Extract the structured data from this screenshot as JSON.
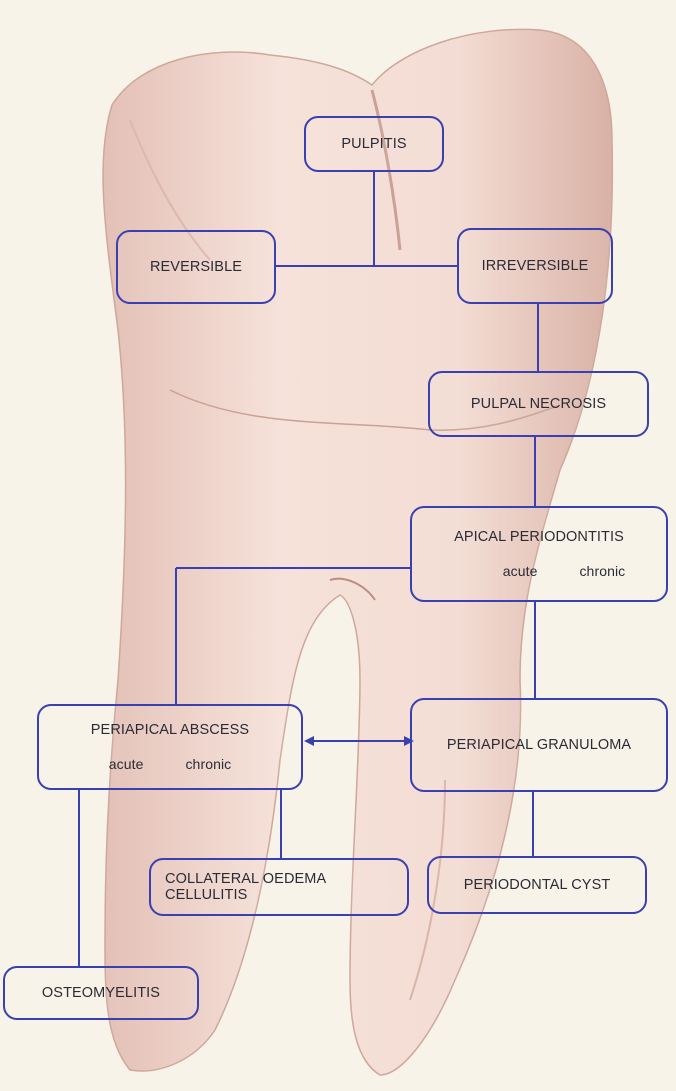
{
  "diagram": {
    "nodes": {
      "pulpitis": "PULPITIS",
      "reversible": "REVERSIBLE",
      "irreversible": "IRREVERSIBLE",
      "pulpal_necrosis": "PULPAL NECROSIS",
      "apical_periodontitis": {
        "title": "APICAL PERIODONTITIS",
        "acute": "acute",
        "chronic": "chronic"
      },
      "periapical_abscess": {
        "title": "PERIAPICAL ABSCESS",
        "acute": "acute",
        "chronic": "chronic"
      },
      "periapical_granuloma": "PERIAPICAL GRANULOMA",
      "collateral_oedema": {
        "line1": "COLLATERAL OEDEMA",
        "line2": "CELLULITIS"
      },
      "periodontal_cyst": "PERIODONTAL CYST",
      "osteomyelitis": "OSTEOMYELITIS"
    },
    "colors": {
      "box_border": "#3a40b0",
      "tooth": "#f2d9d0",
      "background": "#f7f3e8"
    }
  }
}
